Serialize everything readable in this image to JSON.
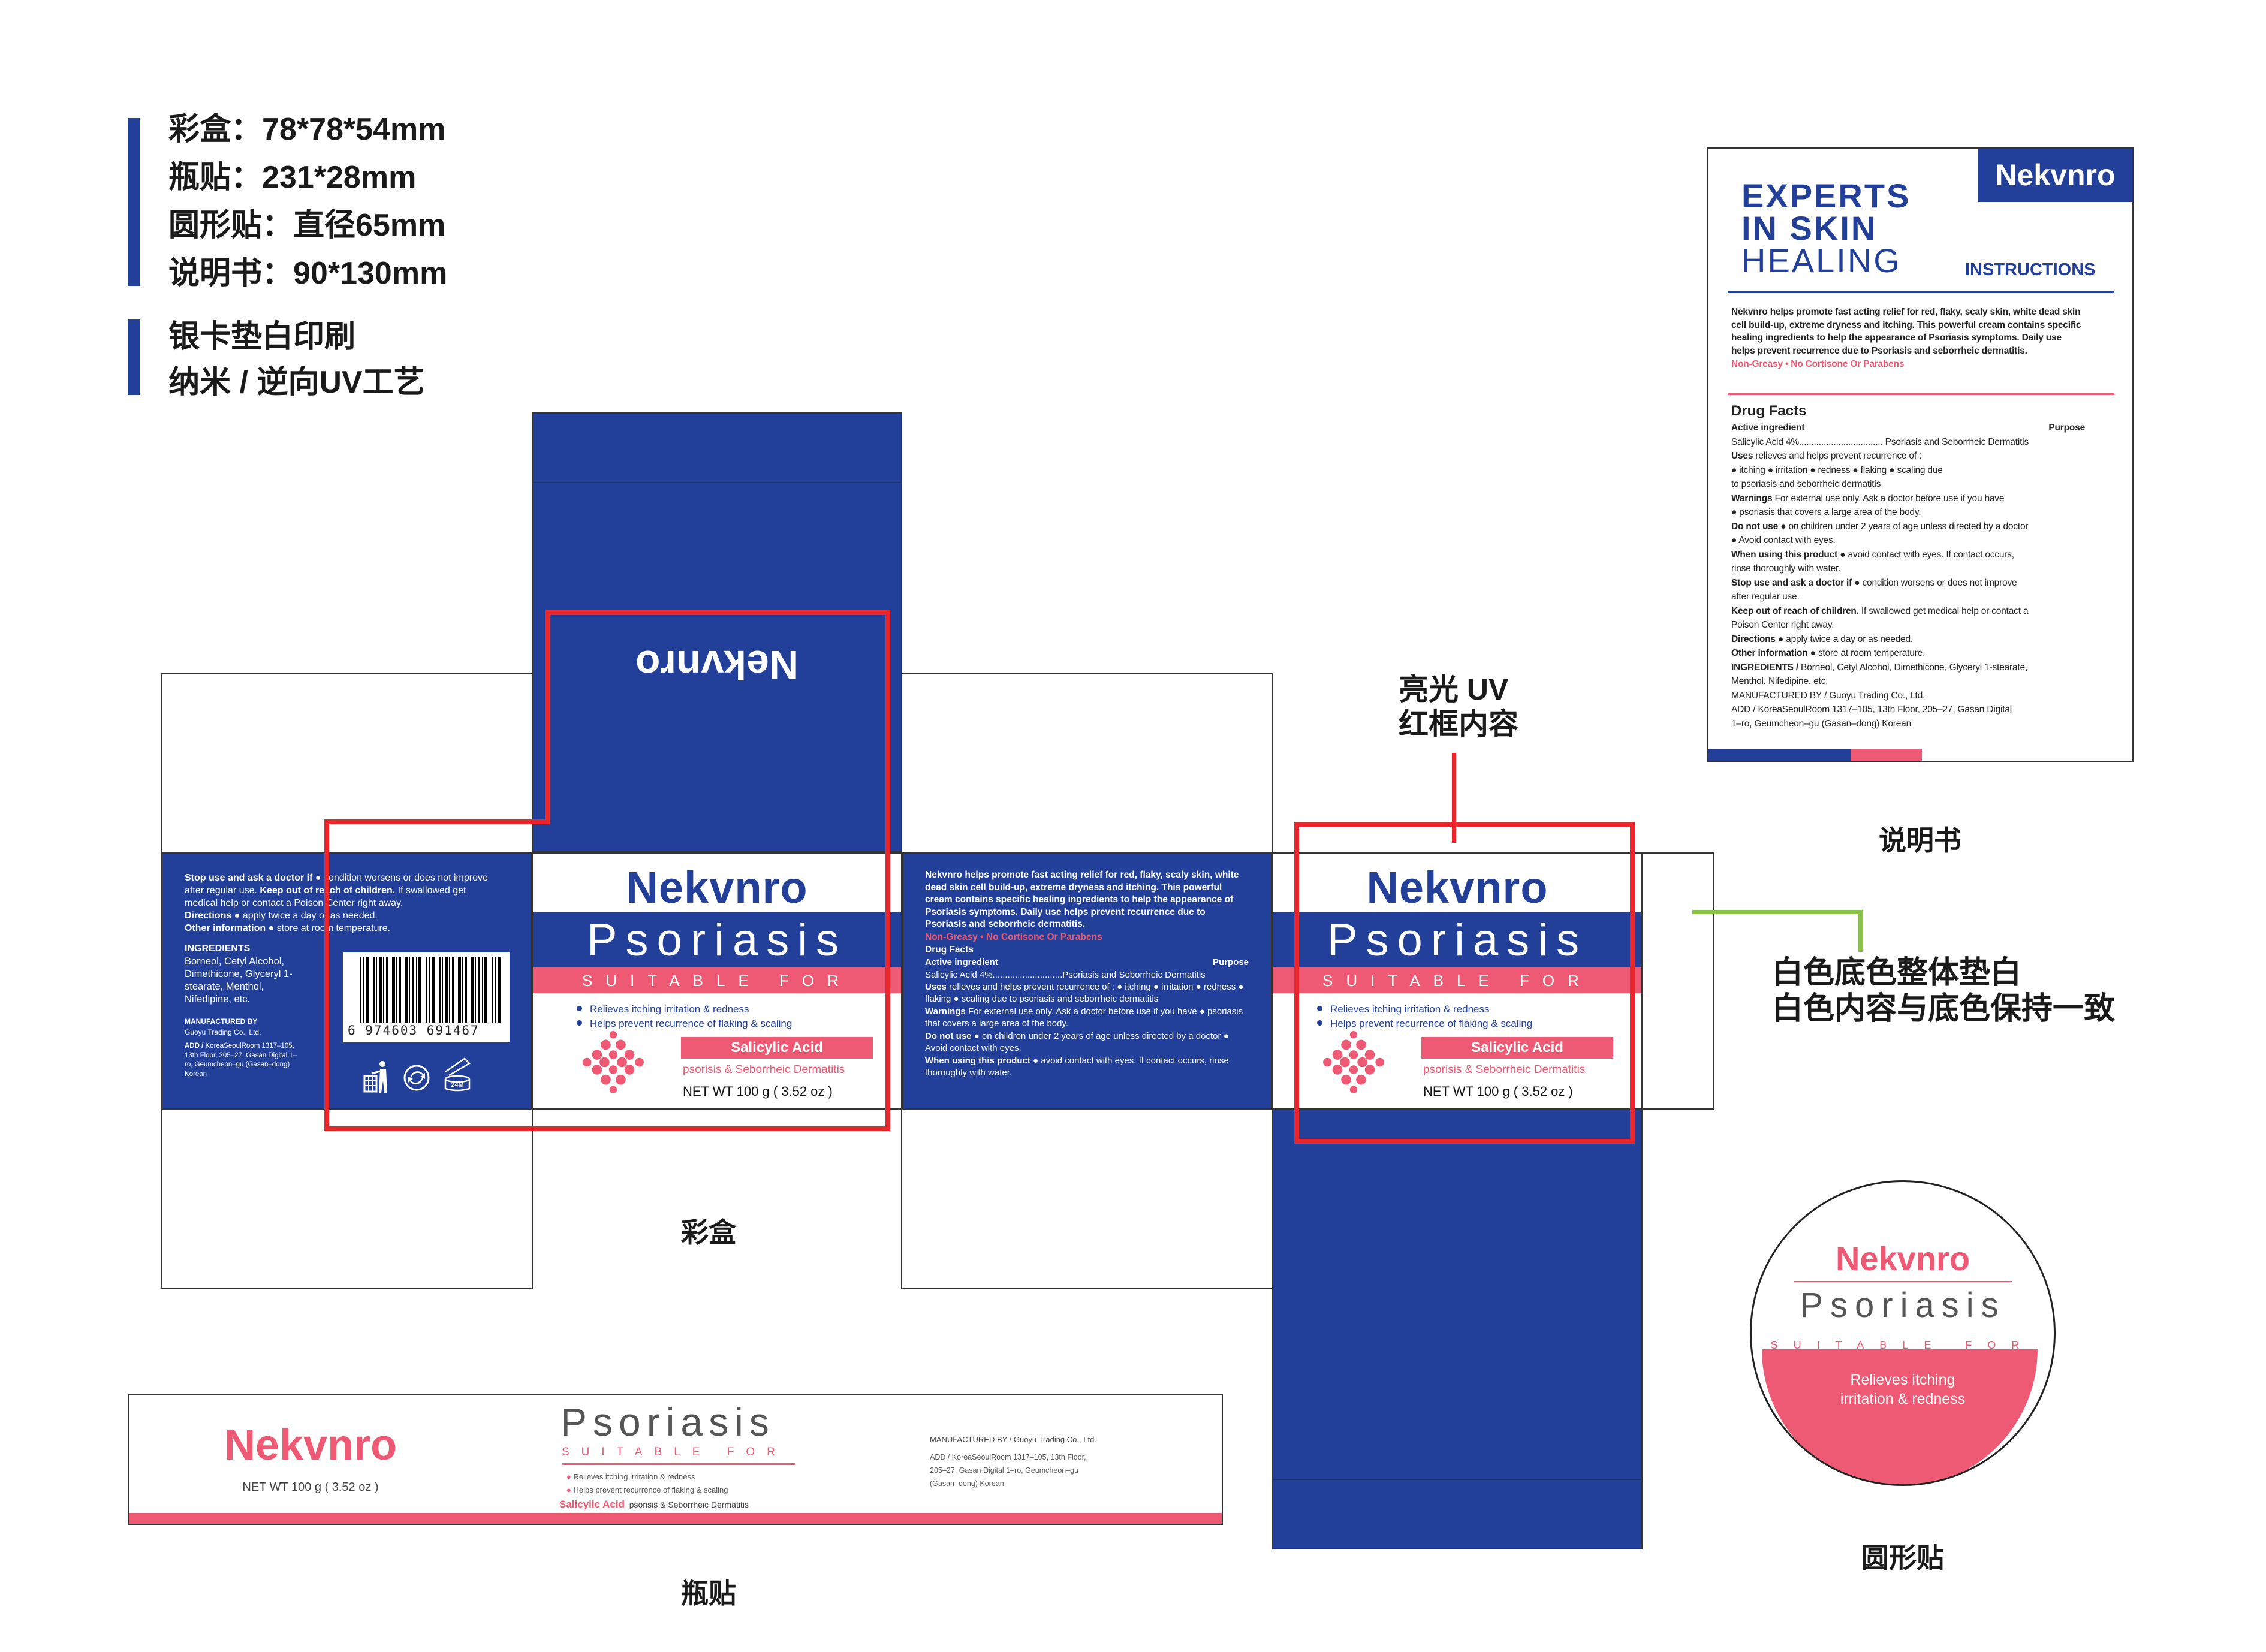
{
  "notes": {
    "specs": [
      {
        "label": "彩盒：",
        "value": "78*78*54mm"
      },
      {
        "label": "瓶贴：",
        "value": "231*28mm"
      },
      {
        "label": "圆形贴：",
        "value": "直径65mm"
      },
      {
        "label": "说明书：",
        "value": "90*130mm"
      }
    ],
    "process": [
      "银卡垫白印刷",
      "纳米 / 逆向UV工艺"
    ]
  },
  "annotations": {
    "uv": [
      "亮光 UV",
      "红框内容"
    ],
    "white": [
      "白色底色整体垫白",
      "白色内容与底色保持一致"
    ]
  },
  "captions": {
    "box": "彩盒",
    "bottle": "瓶贴",
    "leaflet": "说明书",
    "round": "圆形贴"
  },
  "colors": {
    "brand_blue": "#22409a",
    "accent_pink": "#ee5a73",
    "uv_frame_red": "#e8262b",
    "annotation_green": "#8bc34a"
  },
  "product": {
    "brand": "Nekvnro",
    "name": "Psoriasis",
    "suitable": "SUITABLE FOR",
    "benefits": [
      "Relieves itching irritation & redness",
      "Helps prevent recurrence of flaking & scaling"
    ],
    "active_badge": "Salicylic Acid",
    "condition": "psorisis & Seborrheic Dermatitis",
    "net_weight": "NET WT 100 g ( 3.52 oz )"
  },
  "side_back": {
    "paras": [
      [
        {
          "b": "Stop use and ask a doctor if "
        },
        "● condition worsens or does not improve after regular use. ",
        {
          "b": "Keep out of reach of children."
        },
        " If swallowed get medical help or contact a Poison Center right away."
      ],
      [
        {
          "b": "Directions "
        },
        "● apply twice a day or as needed."
      ],
      [
        {
          "b": "Other information "
        },
        "● store at room temperature."
      ]
    ],
    "ingredients_title": "INGREDIENTS",
    "ingredients": "Borneol, Cetyl Alcohol, Dimethicone, Glyceryl 1-stearate, Menthol, Nifedipine, etc.",
    "manufactured_title": "MANUFACTURED BY",
    "manufacturer": "Guoyu Trading Co., Ltd.",
    "add_label": "ADD / ",
    "address": "KoreaSeoulRoom 1317–105, 13th Floor, 205–27, Gasan Digital 1–ro, Geumcheon–gu (Gasan–dong) Korean",
    "barcode": "6 974603 691467",
    "icons": [
      "tidy-man-icon",
      "green-dot-recycle-icon",
      "period-after-opening-icon"
    ],
    "pao_label": "24M"
  },
  "side_facts": {
    "intro": "Nekvnro helps promote fast acting relief for red, flaky, scaly skin, white dead skin cell build-up, extreme dryness and itching. This powerful cream contains specific healing ingredients to help the appearance of Psoriasis symptoms. Daily use helps prevent recurrence due to Psoriasis and seborrheic dermatitis.",
    "claims": "Non-Greasy • No Cortisone Or Parabens",
    "drug_facts_title": "Drug Facts",
    "active_header": "Active ingredient",
    "purpose_header": "Purpose",
    "active": "Salicylic Acid 4%............................",
    "purpose": "Psoriasis and Seborrheic Dermatitis",
    "paras": [
      [
        {
          "b": "Uses"
        },
        " relieves and helps prevent recurrence of : ● itching ● irritation ● redness ● flaking ● scaling due to psoriasis and seborrheic dermatitis"
      ],
      [
        {
          "b": "Warnings"
        },
        " For external use only. Ask a doctor before use if you have ● psoriasis that covers a large area of the body."
      ],
      [
        {
          "b": "Do not use"
        },
        " ● on children under 2 years of age unless directed by a doctor ● Avoid contact with eyes."
      ],
      [
        {
          "b": "When using this product"
        },
        " ● avoid contact with eyes. If contact occurs, rinse thoroughly with water."
      ]
    ]
  },
  "leaflet": {
    "brand": "Nekvnro",
    "headline": [
      "EXPERTS",
      "IN SKIN",
      "HEALING"
    ],
    "title": "INSTRUCTIONS",
    "intro": "Nekvnro helps promote fast acting relief for red, flaky, scaly skin, white dead skin cell build-up, extreme dryness and itching. This powerful cream contains specific healing ingredients to help the appearance of Psoriasis symptoms. Daily use helps prevent recurrence due to Psoriasis and seborrheic dermatitis.",
    "claims": "Non-Greasy • No Cortisone Or Parabens",
    "drug_facts_title": "Drug Facts",
    "active_header": "Active ingredient",
    "purpose_header": "Purpose",
    "active": "Salicylic Acid 4%..................................",
    "purpose": "Psoriasis and Seborrheic Dermatitis",
    "paras": [
      [
        {
          "b": "Uses"
        },
        " relieves and helps prevent recurrence of :"
      ],
      [
        "● itching ● irritation ● redness ● flaking ● scaling due"
      ],
      [
        "to psoriasis and seborrheic dermatitis"
      ],
      [
        {
          "b": "Warnings"
        },
        " For external use only. Ask a doctor before use if you have"
      ],
      [
        "● psoriasis that covers a large area of the body."
      ],
      [
        {
          "b": "Do not use"
        },
        " ● on children under 2 years of age unless directed by a doctor"
      ],
      [
        "● Avoid contact with eyes."
      ],
      [
        {
          "b": "When using this product"
        },
        " ● avoid contact with eyes. If contact occurs,"
      ],
      [
        "rinse thoroughly with water."
      ],
      [
        {
          "b": "Stop use and ask a doctor if"
        },
        " ● condition worsens or does not improve"
      ],
      [
        "after regular use."
      ],
      [
        {
          "b": "Keep out of reach of children."
        },
        " If swallowed get medical help or contact a"
      ],
      [
        "Poison Center right away."
      ],
      [
        {
          "b": "Directions"
        },
        " ● apply twice a day or as needed."
      ],
      [
        {
          "b": "Other information"
        },
        " ● store at room temperature."
      ],
      [
        {
          "b": "INGREDIENTS /"
        },
        " Borneol, Cetyl Alcohol, Dimethicone, Glyceryl 1-stearate,"
      ],
      [
        "Menthol, Nifedipine, etc."
      ],
      [
        "MANUFACTURED BY / Guoyu Trading Co., Ltd."
      ],
      [
        "ADD / KoreaSeoulRoom 1317–105, 13th Floor, 205–27, Gasan Digital"
      ],
      [
        "1–ro, Geumcheon–gu (Gasan–dong) Korean"
      ]
    ]
  },
  "bottle": {
    "brand": "Nekvnro",
    "net_weight": "NET WT 100 g ( 3.52 oz )",
    "name": "Psoriasis",
    "suitable": "SUITABLE FOR",
    "benefits": [
      "Relieves itching irritation & redness",
      "Helps prevent recurrence of flaking & scaling"
    ],
    "active": "Salicylic Acid",
    "condition": "psorisis & Seborrheic Dermatitis",
    "manufactured": "MANUFACTURED BY / Guoyu Trading Co., Ltd.",
    "address_lines": [
      "ADD / KoreaSeoulRoom 1317–105, 13th Floor,",
      "205–27, Gasan Digital 1–ro, Geumcheon–gu",
      "(Gasan–dong) Korean"
    ]
  },
  "round": {
    "brand": "Nekvnro",
    "name": "Psoriasis",
    "suitable": "SUITABLE FOR",
    "benefit": "Relieves itching irritation & redness"
  }
}
